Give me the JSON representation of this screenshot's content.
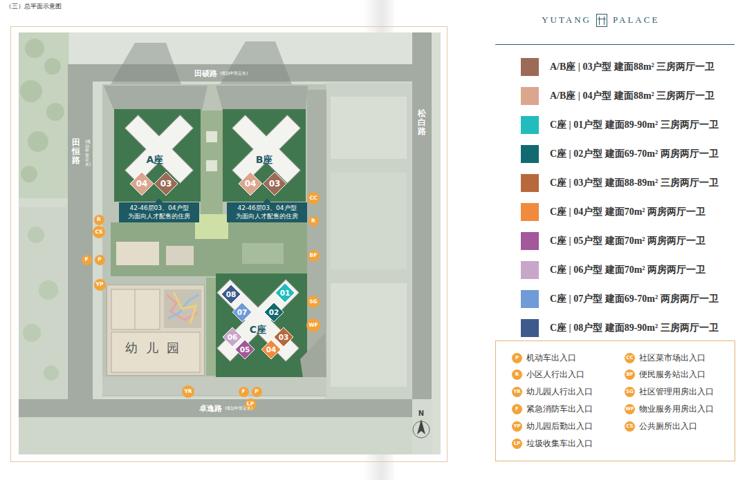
{
  "diagram": {
    "title": "（三）总平面示意图",
    "nodes": [
      {
        "text": [
          "A座"
        ]
      },
      {
        "text": [
          "04"
        ],
        "in": 0
      },
      {
        "text": [
          "03"
        ],
        "in": 0
      },
      {
        "text": [
          "B座"
        ]
      },
      {
        "text": [
          "04"
        ],
        "in": 3
      },
      {
        "text": [
          "03"
        ],
        "in": 3
      },
      {
        "text": [
          "42-46层03、04户型 为面向人才配售的住房"
        ]
      },
      {
        "text": [
          "42-46层03、04户型 为面向人才配售的住房"
        ]
      },
      {
        "text": [
          "C座"
        ]
      },
      {
        "text": [
          "08"
        ],
        "in": 8
      },
      {
        "text": [
          "01"
        ],
        "in": 8
      },
      {
        "text": [
          "07"
        ],
        "in": 8
      },
      {
        "text": [
          "02"
        ],
        "in": 8
      },
      {
        "text": [
          "06"
        ],
        "in": 8
      },
      {
        "text": [
          "05"
        ],
        "in": 8
      },
      {
        "text": [
          "03"
        ],
        "in": 8
      },
      {
        "text": [
          "04"
        ],
        "in": 8
      },
      {
        "text": [
          "幼儿园"
        ]
      },
      {
        "text": [
          "CC"
        ]
      },
      {
        "text": [
          "R"
        ]
      },
      {
        "text": [
          "R"
        ]
      },
      {
        "text": [
          "CS"
        ]
      },
      {
        "text": [
          "BF"
        ]
      },
      {
        "text": [
          "F"
        ]
      },
      {
        "text": [
          "P"
        ]
      },
      {
        "text": [
          "YP"
        ]
      },
      {
        "text": [
          "SG"
        ]
      },
      {
        "text": [
          "WF"
        ]
      },
      {
        "text": [
          "YR"
        ]
      },
      {
        "text": [
          "F"
        ]
      },
      {
        "text": [
          "P"
        ]
      },
      {
        "text": [
          "LP"
        ]
      }
    ],
    "labels": [
      "YUTANG",
      "PALACE",
      "田硕路",
      "(规划中暂定名)",
      "松白路",
      "田恒路",
      "(规划中暂定名)",
      "卓逸路",
      "(规划中暂定名)",
      "N",
      "P",
      "R",
      "YR",
      "F",
      "YP",
      "LP",
      "CC",
      "BF",
      "SG",
      "WF",
      "CS"
    ],
    "legend": [
      {
        "text": "A/B座 | 03户型 建面88m² 三房两厅一卫",
        "color": "#9b6b58"
      },
      {
        "text": "A/B座 | 04户型 建面88m² 三房两厅一卫",
        "color": "#dba58e"
      },
      {
        "text": "C座 | 01户型 建面89-90m² 三房两厅一卫",
        "color": "#22bcbc"
      },
      {
        "text": "C座 | 02户型 建面69-70m² 两房两厅一卫",
        "color": "#126a70"
      },
      {
        "text": "C座 | 03户型 建面88-89m² 三房两厅一卫",
        "color": "#b7693c"
      },
      {
        "text": "C座 | 04户型 建面70m² 两房两厅一卫",
        "color": "#f08b3e"
      },
      {
        "text": "C座 | 05户型 建面70m² 两房两厅一卫",
        "color": "#a3589c"
      },
      {
        "text": "C座 | 06户型 建面70m² 两房两厅一卫",
        "color": "#c8a6c9"
      },
      {
        "text": "C座 | 07户型 建面69-70m² 两房两厅一卫",
        "color": "#6f9bd7"
      },
      {
        "text": "C座 | 08户型 建面89-90m² 三房两厅一卫",
        "color": "#3e5a8d"
      },
      {
        "text": "机动车出入口"
      },
      {
        "text": "小区人行出入口"
      },
      {
        "text": "幼儿园人行出入口"
      },
      {
        "text": "紧急消防车出入口"
      },
      {
        "text": "幼儿园后勤出入口"
      },
      {
        "text": "垃圾收集车出入口"
      },
      {
        "text": "社区菜市场出入口"
      },
      {
        "text": "便民服务站出入口"
      },
      {
        "text": "社区管理用房出入口"
      },
      {
        "text": "物业服务用房出入口"
      },
      {
        "text": "公共厕所出入口"
      }
    ]
  }
}
